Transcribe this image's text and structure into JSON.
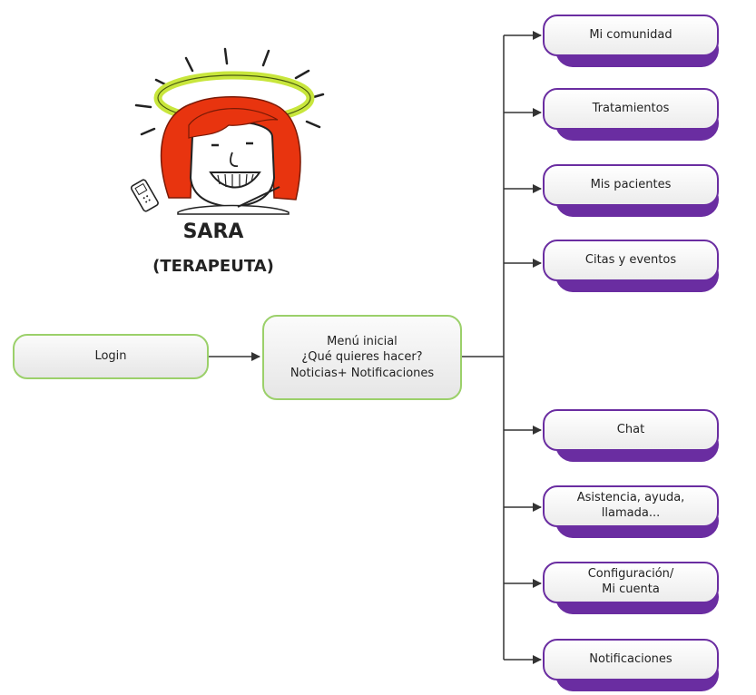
{
  "persona": {
    "name": "SARA",
    "role": "(TERAPEUTA)"
  },
  "login": {
    "label": "Login"
  },
  "menu": {
    "line1": "Menú inicial",
    "line2": "¿Qué quieres hacer?",
    "line3": "Noticias+ Notificaciones"
  },
  "options": [
    {
      "label": "Mi comunidad"
    },
    {
      "label": "Tratamientos"
    },
    {
      "label": "Mis pacientes"
    },
    {
      "label": "Citas y eventos"
    },
    {
      "label": "Chat"
    },
    {
      "label": "Asistencia, ayuda,\nllamada..."
    },
    {
      "label": "Configuración/\nMi cuenta"
    },
    {
      "label": "Notificaciones"
    }
  ],
  "colors": {
    "start_border": "#9bd06a",
    "option_border": "#6a2da1",
    "halo": "#c8e63c",
    "hair": "#e8340f"
  }
}
